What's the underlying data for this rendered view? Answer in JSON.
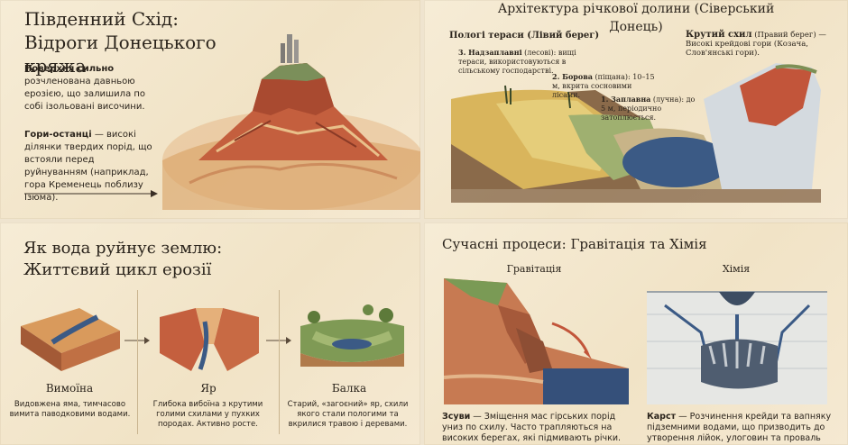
{
  "panel1": {
    "title": "Південний Схід: Відроги Донецького кряжа",
    "block1_bold": "Поверхня сильно",
    "block1_text": "розчленована давньою ерозією, що залишила по собі ізольовані височини.",
    "block2_bold": "Гори-останці",
    "block2_text": " — високі ділянки твердих порід, що встояли перед руйнуванням (наприклад, гора Кременець поблизу Ізюма)."
  },
  "panel2": {
    "title": "Архітектура річкової долини (Сіверський Донець)",
    "left_bank": "Пологі тераси (Лівий берег)",
    "right_bank_bold": "Крутий схил",
    "right_bank_text": " (Правий берег) — Високі крейдові гори (Козача, Слов'янські гори).",
    "terrace3_bold": "3. Надзаплавні",
    "terrace3_text": " (лесові): вищі тераси, використовуються в сільському господарстві.",
    "terrace2_bold": "2. Борова",
    "terrace2_text": " (піщана): 10–15 м, вкрита сосновими лісами.",
    "terrace1_bold": "1. Заплавна",
    "terrace1_text": " (лучна): до 5 м, періодично затоплюється."
  },
  "panel3": {
    "title": "Як вода руйнує землю: Життєвий цикл ерозії",
    "stages": [
      {
        "name": "Вимоїна",
        "desc": "Видовжена яма, тимчасово вимита паводковими водами."
      },
      {
        "name": "Яр",
        "desc": "Глибока вибоїна з крутими голими схилами у пухких породах. Активно росте."
      },
      {
        "name": "Балка",
        "desc": "Старий, «загоєний» яр, схили якого стали пологими та вкрилися травою і деревами."
      }
    ]
  },
  "panel4": {
    "title": "Сучасні процеси: Гравітація та Хімія",
    "gravity": "Гравітація",
    "chemistry": "Хімія",
    "landslide_bold": "Зсуви",
    "landslide_text": " — Зміщення мас гірських порід униз по схилу. Часто трапляються на високих берегах, які підмивають річки.",
    "karst_bold": "Карст",
    "karst_text": " — Розчинення крейди та вапняку підземними водами, що призводить до утворення лійок, улоговин та проваль"
  },
  "colors": {
    "paper": "#f3e6cc",
    "rock_red": "#c0573a",
    "ochre": "#d9a560",
    "water": "#35507a"
  }
}
